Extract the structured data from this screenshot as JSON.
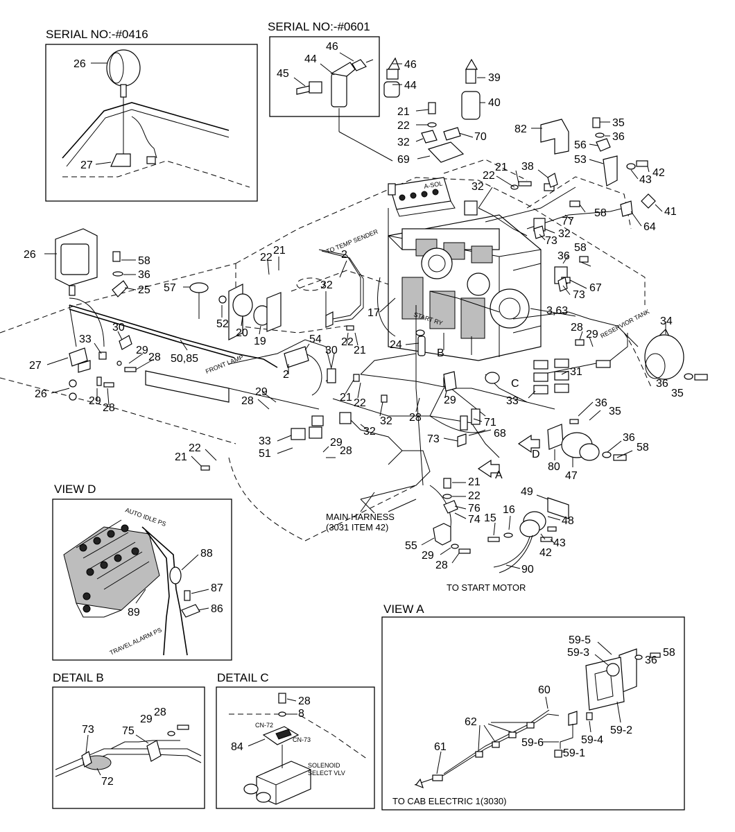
{
  "headings": {
    "serial_0416": "SERIAL NO:-#0416",
    "serial_0601": "SERIAL NO:-#0601",
    "view_d": "VIEW  D",
    "view_a": "VIEW  A",
    "detail_b": "DETAIL  B",
    "detail_c": "DETAIL  C"
  },
  "notes": {
    "main_harness_1": "MAIN HARNESS",
    "main_harness_2": "(3031 ITEM 42)",
    "to_start_motor": "TO START MOTOR",
    "to_cab_electric": "TO CAB ELECTRIC 1(3030)",
    "to_temp_sender": "TO TEMP SENDER",
    "front_lamp": "FRONT LAMP",
    "reservior_tank": "RESERVIOR TANK",
    "a_sol": "A-SOL",
    "start_ry": "START RY",
    "auto_idle_ps": "AUTO IDLE PS",
    "travel_alarm_ps": "TRAVEL ALARM PS",
    "cn_72": "CN-72",
    "cn_73": "CN-73",
    "solenoid_1": "SOLENOID",
    "solenoid_2": "SELECT VLV"
  },
  "view_letters": {
    "b": "B",
    "c": "C",
    "a": "A",
    "d": "D"
  },
  "callouts": {
    "serial_0416": [
      "26",
      "27"
    ],
    "serial_0601": [
      "46",
      "44",
      "45"
    ],
    "main": [
      "46",
      "44",
      "39",
      "40",
      "21",
      "22",
      "32",
      "70",
      "69",
      "82",
      "35",
      "36",
      "56",
      "53",
      "42",
      "43",
      "21",
      "22",
      "38",
      "32",
      "41",
      "58",
      "77",
      "64",
      "32",
      "73",
      "2",
      "26",
      "58",
      "21",
      "22",
      "36",
      "25",
      "57",
      "32",
      "52",
      "20",
      "19",
      "17",
      "36",
      "58",
      "67",
      "73",
      "3,63",
      "34",
      "28",
      "29",
      "33",
      "30",
      "29",
      "28",
      "50,85",
      "54",
      "2",
      "22",
      "21",
      "24",
      "30",
      "27",
      "26",
      "29",
      "28",
      "28",
      "29",
      "21",
      "22",
      "32",
      "28",
      "29",
      "31",
      "33",
      "36",
      "35",
      "36",
      "35",
      "71",
      "68",
      "73",
      "32",
      "33",
      "51",
      "29",
      "28",
      "21",
      "22",
      "80",
      "47",
      "36",
      "58",
      "21",
      "22",
      "76",
      "74",
      "49",
      "48",
      "15",
      "16",
      "43",
      "42",
      "55",
      "29",
      "28",
      "90"
    ],
    "view_d": [
      "88",
      "87",
      "86",
      "89"
    ],
    "view_a": [
      "59-5",
      "59-3",
      "36",
      "58",
      "60",
      "62",
      "59-2",
      "59-4",
      "59-6",
      "59-1",
      "61"
    ],
    "detail_b": [
      "73",
      "29",
      "28",
      "75",
      "72"
    ],
    "detail_c": [
      "28",
      "8",
      "84"
    ]
  }
}
